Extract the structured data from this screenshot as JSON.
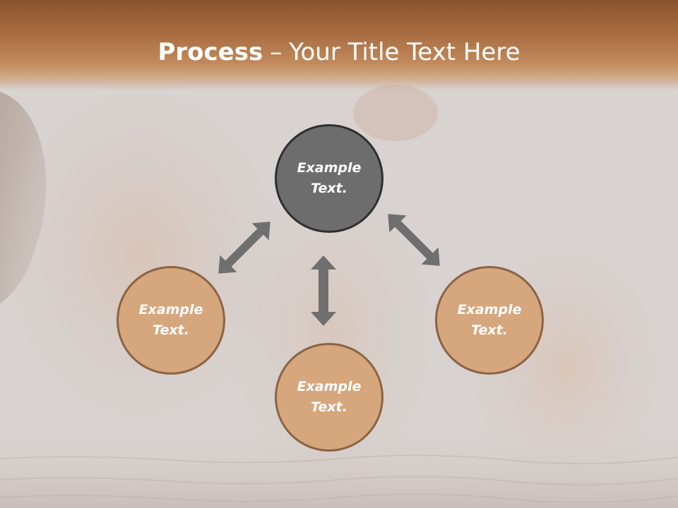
{
  "slide": {
    "title_bold": "Process",
    "title_separator": "–",
    "title_rest": "Your Title Text Here"
  },
  "diagram": {
    "center_node": {
      "label": "Example\nText."
    },
    "left_node": {
      "label": "Example\nText."
    },
    "bottom_node": {
      "label": "Example\nText."
    },
    "right_node": {
      "label": "Example\nText."
    }
  },
  "colors": {
    "title_band": "#a76a3f",
    "center_fill": "#6d6d6d",
    "satellite_fill": "#d6a67c",
    "arrow": "#6f6f6f"
  }
}
